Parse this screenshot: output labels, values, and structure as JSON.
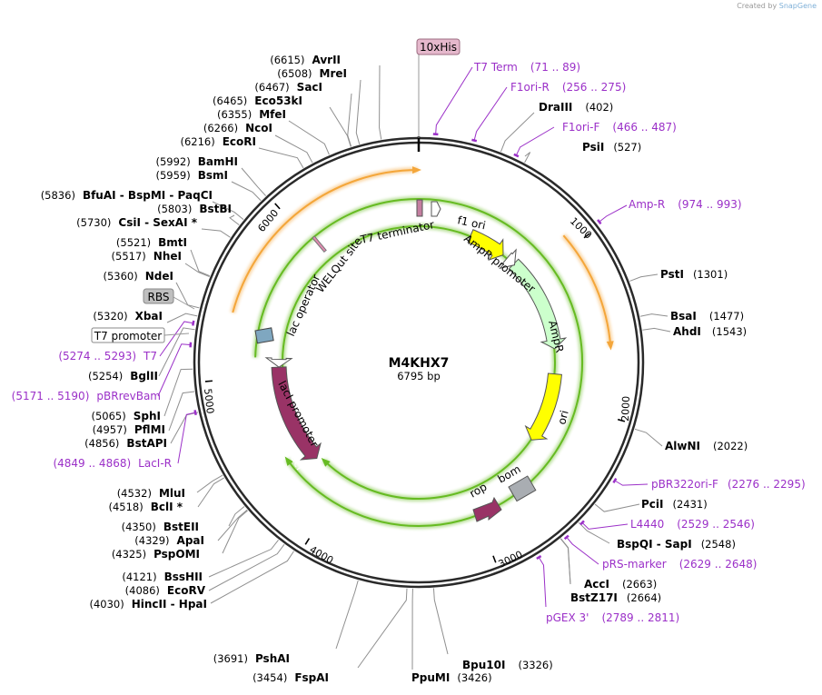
{
  "credit": {
    "prefix": "Created by",
    "brand": "SnapGene"
  },
  "plasmid": {
    "name": "M4KHX7",
    "length_label": "6795 bp",
    "length": 6795
  },
  "ticks": [
    {
      "pos": 1000,
      "label": "1000"
    },
    {
      "pos": 2000,
      "label": "2000"
    },
    {
      "pos": 3000,
      "label": "3000"
    },
    {
      "pos": 4000,
      "label": "4000"
    },
    {
      "pos": 5000,
      "label": "5000"
    },
    {
      "pos": 6000,
      "label": "6000"
    }
  ],
  "boxed_labels": [
    {
      "text": "10xHis",
      "style": "pink"
    },
    {
      "text": "RBS",
      "style": "gray"
    },
    {
      "text": "T7 promoter",
      "style": "white"
    }
  ],
  "sites": [
    {
      "name": "AvrII",
      "pos": "(6615)"
    },
    {
      "name": "MreI",
      "pos": "(6508)"
    },
    {
      "name": "SacI",
      "pos": "(6467)"
    },
    {
      "name": "Eco53kI",
      "pos": "(6465)"
    },
    {
      "name": "MfeI",
      "pos": "(6355)"
    },
    {
      "name": "NcoI",
      "pos": "(6266)"
    },
    {
      "name": "EcoRI",
      "pos": "(6216)"
    },
    {
      "name": "BamHI",
      "pos": "(5992)"
    },
    {
      "name": "BsmI",
      "pos": "(5959)"
    },
    {
      "name": "BfuAI - BspMI - PaqCI",
      "pos": "(5836)"
    },
    {
      "name": "BstBI",
      "pos": "(5803)"
    },
    {
      "name": "CsiI - SexAI *",
      "pos": "(5730)"
    },
    {
      "name": "BmtI",
      "pos": "(5521)"
    },
    {
      "name": "NheI",
      "pos": "(5517)"
    },
    {
      "name": "NdeI",
      "pos": "(5360)"
    },
    {
      "name": "XbaI",
      "pos": "(5320)"
    },
    {
      "name": "BglII",
      "pos": "(5254)"
    },
    {
      "name": "SphI",
      "pos": "(5065)"
    },
    {
      "name": "PflMI",
      "pos": "(4957)"
    },
    {
      "name": "BstAPI",
      "pos": "(4856)"
    },
    {
      "name": "MluI",
      "pos": "(4532)"
    },
    {
      "name": "BclI *",
      "pos": "(4518)"
    },
    {
      "name": "BstEII",
      "pos": "(4350)"
    },
    {
      "name": "ApaI",
      "pos": "(4329)"
    },
    {
      "name": "PspOMI",
      "pos": "(4325)"
    },
    {
      "name": "BssHII",
      "pos": "(4121)"
    },
    {
      "name": "EcoRV",
      "pos": "(4086)"
    },
    {
      "name": "HincII - HpaI",
      "pos": "(4030)"
    },
    {
      "name": "PshAI",
      "pos": "(3691)"
    },
    {
      "name": "FspAI",
      "pos": "(3454)"
    },
    {
      "name": "PpuMI",
      "pos": "(3426)"
    },
    {
      "name": "Bpu10I",
      "pos": "(3326)"
    },
    {
      "name": "DraIII",
      "pos": "(402)"
    },
    {
      "name": "PsiI",
      "pos": "(527)"
    },
    {
      "name": "PstI",
      "pos": "(1301)"
    },
    {
      "name": "BsaI",
      "pos": "(1477)"
    },
    {
      "name": "AhdI",
      "pos": "(1543)"
    },
    {
      "name": "AlwNI",
      "pos": "(2022)"
    },
    {
      "name": "PciI",
      "pos": "(2431)"
    },
    {
      "name": "BspQI - SapI",
      "pos": "(2548)"
    },
    {
      "name": "AccI",
      "pos": "(2663)"
    },
    {
      "name": "BstZ17I",
      "pos": "(2664)"
    }
  ],
  "primers": [
    {
      "name": "T7 Term",
      "range": "(71 .. 89)"
    },
    {
      "name": "F1ori-R",
      "range": "(256 .. 275)"
    },
    {
      "name": "F1ori-F",
      "range": "(466 .. 487)"
    },
    {
      "name": "Amp-R",
      "range": "(974 .. 993)"
    },
    {
      "name": "pBR322ori-F",
      "range": "(2276 .. 2295)"
    },
    {
      "name": "L4440",
      "range": "(2529 .. 2546)"
    },
    {
      "name": "pRS-marker",
      "range": "(2629 .. 2648)"
    },
    {
      "name": "pGEX 3'",
      "range": "(2789 .. 2811)"
    },
    {
      "name": "T7",
      "range": "(5274 .. 5293)"
    },
    {
      "name": "pBRrevBam",
      "range": "(5171 .. 5190)"
    },
    {
      "name": "LacI-R",
      "range": "(4849 .. 4868)"
    }
  ],
  "features": [
    {
      "name": "T7 terminator",
      "color": "#c47ea0"
    },
    {
      "name": "f1 ori",
      "color": "#ffff00"
    },
    {
      "name": "AmpR promoter",
      "color": "#ffffff"
    },
    {
      "name": "AmpR",
      "color": "#ccffcc"
    },
    {
      "name": "ori",
      "color": "#ffff00"
    },
    {
      "name": "bom",
      "color": "#a9adb2"
    },
    {
      "name": "rop",
      "color": "#993366"
    },
    {
      "name": "lacI",
      "color": "#993366"
    },
    {
      "name": "lacI promoter",
      "color": "#ffffff"
    },
    {
      "name": "lac operator",
      "color": "#7fa7c0"
    },
    {
      "name": "WELQut site",
      "color": "#e08ab0"
    }
  ],
  "colors": {
    "primer": "#9b30c8",
    "orf_orange": "#f4a63a",
    "orf_green": "#66bb22",
    "backbone": "#2a2a2a"
  }
}
